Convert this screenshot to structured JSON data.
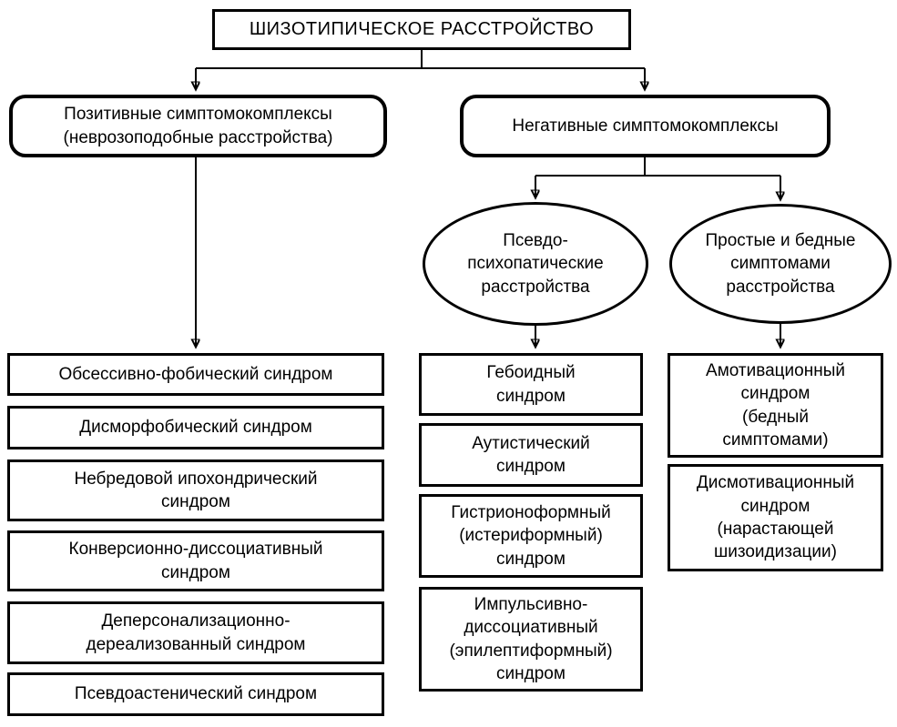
{
  "page": {
    "background": "#ffffff",
    "line_color": "#000000",
    "text_color": "#000000"
  },
  "diagram": {
    "title": "ШИЗОТИПИЧЕСКОЕ РАССТРОЙСТВО",
    "branches": {
      "positive": "Позитивные симптомокомплексы\n(неврозоподобные расстройства)",
      "negative": "Негативные симптомокомплексы"
    },
    "negative_subgroups": {
      "pseudo_psychopathic": "Псевдо-\nпсихопатические\nрасстройства",
      "simple_poor": "Простые и бедные\nсимптомами\nрасстройства"
    },
    "positive_syndromes": [
      {
        "label": "Обсессивно-фобический синдром"
      },
      {
        "label": "Дисморфобический синдром"
      },
      {
        "label": "Небредовой ипохондрический\nсиндром"
      },
      {
        "label": "Конверсионно-диссоциативный\nсиндром"
      },
      {
        "label": "Деперсонализационно-\nдереализованный синдром"
      },
      {
        "label": "Псевдоастенический синдром"
      }
    ],
    "pseudo_psychopathic_syndromes": [
      {
        "label": "Гебоидный\nсиндром"
      },
      {
        "label": "Аутистический\nсиндром"
      },
      {
        "label": "Гистрионоформный\n(истериформный)\nсиндром"
      },
      {
        "label": "Импульсивно-\nдиссоциативный\n(эпилептиформный)\nсиндром"
      }
    ],
    "simple_poor_syndromes": [
      {
        "label": "Амотивационный\nсиндром\n(бедный\nсимптомами)"
      },
      {
        "label": "Дисмотивационный\nсиндром\n(нарастающей\nшизоидизации)"
      }
    ]
  }
}
